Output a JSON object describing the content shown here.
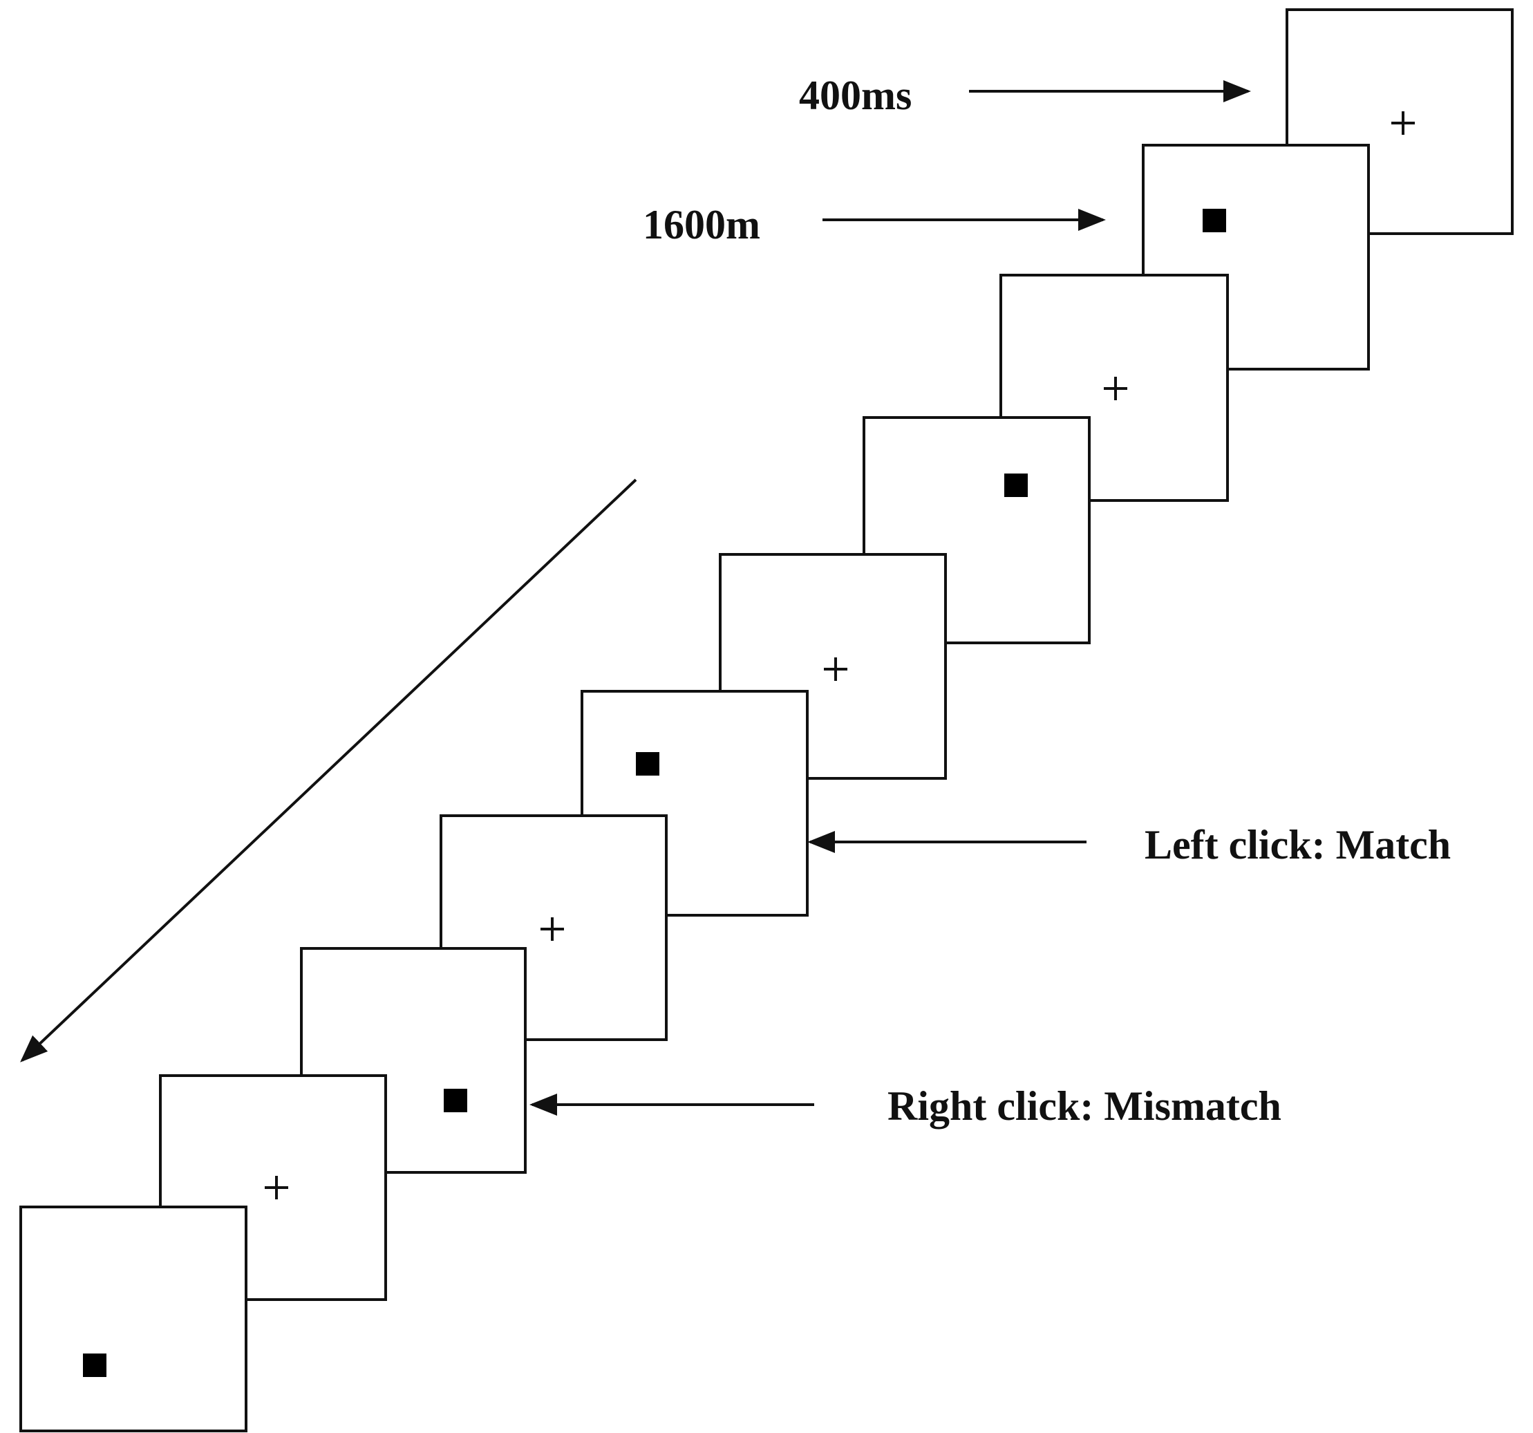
{
  "labels": {
    "fixation_duration": "400ms",
    "stimulus_duration": "1600m",
    "left_click": "Left click: Match",
    "right_click": "Right click: Mismatch"
  },
  "frames": [
    {
      "content": "cross"
    },
    {
      "content": "square"
    },
    {
      "content": "cross"
    },
    {
      "content": "square"
    },
    {
      "content": "cross"
    },
    {
      "content": "square"
    },
    {
      "content": "cross"
    },
    {
      "content": "square"
    },
    {
      "content": "cross"
    },
    {
      "content": "square"
    }
  ],
  "colors": {
    "stroke": "#111111",
    "fill": "#ffffff",
    "mark": "#000000"
  }
}
